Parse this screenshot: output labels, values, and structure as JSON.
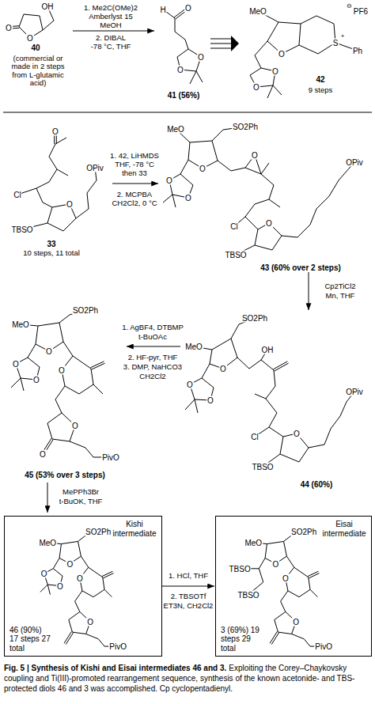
{
  "diagram": {
    "title": "Fig. 5 | Synthesis of Kishi and Eisai intermediates 46 and 3.",
    "caption": "Exploiting the Corey–Chaykovsky coupling and Ti(III)-promoted rearrangement sequence, synthesis of the known acetonide- and TBS-protected diols 46 and 3 was accomplished. Cp cyclopentadienyl.",
    "nodes": [
      {
        "text": [
          "Kishi intermediate",
          "46 (90%) 17 steps 27 total"
        ]
      },
      {
        "text": [
          "Eisai intermediate",
          "3 (69%) 19 steps 29 total"
        ]
      }
    ],
    "edges": [
      {
        "from": 0,
        "to": 1,
        "arrow": "to"
      }
    ],
    "labels": [
      "OH",
      "O",
      "O",
      "40",
      "(commercial or made in 2 steps from L-glutamic acid)",
      "1. Me2C(OMe)2",
      "Amberlyst 15",
      "MeOH",
      "2. DIBAL",
      "-78 °C, THF",
      "H",
      "O",
      "O",
      "O",
      "41 (56%)",
      "MeO",
      "O",
      "S",
      "+",
      "Ph",
      "⊖",
      "PF6",
      "O",
      "O",
      "42",
      "9 steps",
      "O",
      "Cl",
      "TBSO",
      "O",
      "OPiv",
      "33",
      "10 steps, 11 total",
      "1. 42, LiHMDS",
      "THF, -78 °C",
      "then 33",
      "2. MCPBA",
      "CH2Cl2, 0 °C",
      "MeO",
      "SO2Ph",
      "O",
      "O",
      "O",
      "O",
      "Cl",
      "TBSO",
      "O",
      "OPiv",
      "43 (60% over 2 steps)",
      "Cp2TiCl2",
      "Mn, THF",
      "SO2Ph",
      "MeO",
      "OH",
      "O",
      "O",
      "O",
      "OPiv",
      "Cl",
      "O",
      "TBSO",
      "44 (60%)",
      "1. AgBF4, DTBMP",
      "t-BuOAc",
      "2. HF-pyr, THF",
      "3. DMP, NaHCO3",
      "CH2Cl2",
      "MeO",
      "SO2Ph",
      "O",
      "O",
      "O",
      "O",
      "O",
      "O",
      "PivO",
      "45 (53% over 3 steps)",
      "MePPh3Br",
      "t-BuOK, THF",
      "MeO",
      "SO2Ph",
      "O",
      "O",
      "O",
      "O",
      "O",
      "PivO",
      "MeO",
      "SO2Ph",
      "O",
      "TBSO",
      "TBSO",
      "O",
      "O",
      "PivO",
      "1. HCl, THF",
      "2. TBSOTf",
      "ET3N, CH2Cl2"
    ]
  }
}
